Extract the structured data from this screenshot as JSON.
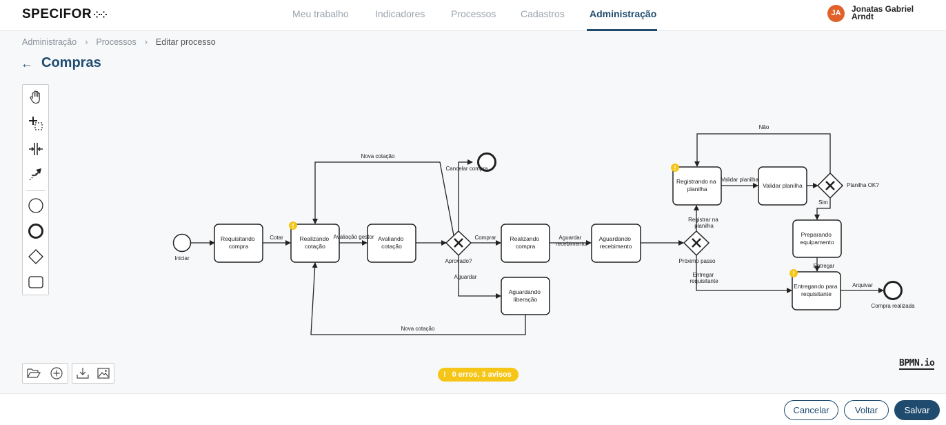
{
  "app": {
    "logo_text": "SPECIFOR",
    "logo_mark": "⁘⁘"
  },
  "nav": {
    "items": [
      {
        "label": "Meu trabalho",
        "active": false
      },
      {
        "label": "Indicadores",
        "active": false
      },
      {
        "label": "Processos",
        "active": false
      },
      {
        "label": "Cadastros",
        "active": false
      },
      {
        "label": "Administração",
        "active": true
      }
    ]
  },
  "user": {
    "initials": "JA",
    "name": "Jonatas Gabriel Arndt",
    "avatar_color": "#e0622a"
  },
  "breadcrumb": {
    "items": [
      "Administração",
      "Processos",
      "Editar processo"
    ],
    "separator": "›"
  },
  "page": {
    "back_icon": "←",
    "title": "Compras"
  },
  "palette": {
    "tools": [
      "hand-tool-icon",
      "lasso-tool-icon",
      "space-tool-icon",
      "global-connect-tool-icon",
      "start-event-icon",
      "end-event-icon",
      "gateway-icon",
      "task-icon"
    ]
  },
  "diagram": {
    "tasks": {
      "requisitando": [
        "Requisitando",
        "compra"
      ],
      "realizando_cotacao": [
        "Realizando",
        "cotação"
      ],
      "avaliando": [
        "Avaliando",
        "cotação"
      ],
      "realizando_compra": [
        "Realizando",
        "compra"
      ],
      "aguardando_liberacao": [
        "Aguardando",
        "liberação"
      ],
      "aguardando_recebimento": [
        "Aguardando",
        "recebimento"
      ],
      "registrando": [
        "Registrando na",
        "planilha"
      ],
      "validar": [
        "Validar planilha"
      ],
      "preparando": [
        "Preparando",
        "equipamento"
      ],
      "entregando": [
        "Entregando para",
        "requisitante"
      ]
    },
    "events": {
      "start": "Iniciar",
      "cancel": "Cancelar compra",
      "done": "Compra realizada"
    },
    "gateways": {
      "aprovado": "Aprovado?",
      "proximo": "Próximo passo",
      "planilha_ok": "Planilha OK?"
    },
    "flows": {
      "cotar": "Cotar",
      "avaliacao_gestor": "Avaliação gestor",
      "nova_cotacao_top": "Nova cotação",
      "comprar": "Comprar",
      "aguardar": "Aguardar",
      "nova_cotacao_bottom": "Nova cotação",
      "aguardar_recebimento": [
        "Aguardar",
        "recebimento"
      ],
      "registrar": [
        "Registrar na",
        "planilha"
      ],
      "entregar": [
        "Entregar",
        "requisitante"
      ],
      "validar_planilha": "Validar planilha",
      "nao": "Não",
      "sim": "Sim",
      "entregar_short": "Entregar",
      "arquivar": "Arquivar"
    },
    "warning_color": "#f5c518"
  },
  "io": {
    "open_icon": "folder-open-icon",
    "new_icon": "add-circle-icon",
    "download_icon": "download-icon",
    "image_icon": "image-export-icon"
  },
  "status": {
    "text": "0 erros, 3 avisos",
    "icon": "!",
    "color": "#f5c518"
  },
  "bpmn_logo": "BPMN.io",
  "footer": {
    "cancel_label": "Cancelar",
    "back_label": "Voltar",
    "save_label": "Salvar",
    "primary_color": "#1f4b6e"
  }
}
